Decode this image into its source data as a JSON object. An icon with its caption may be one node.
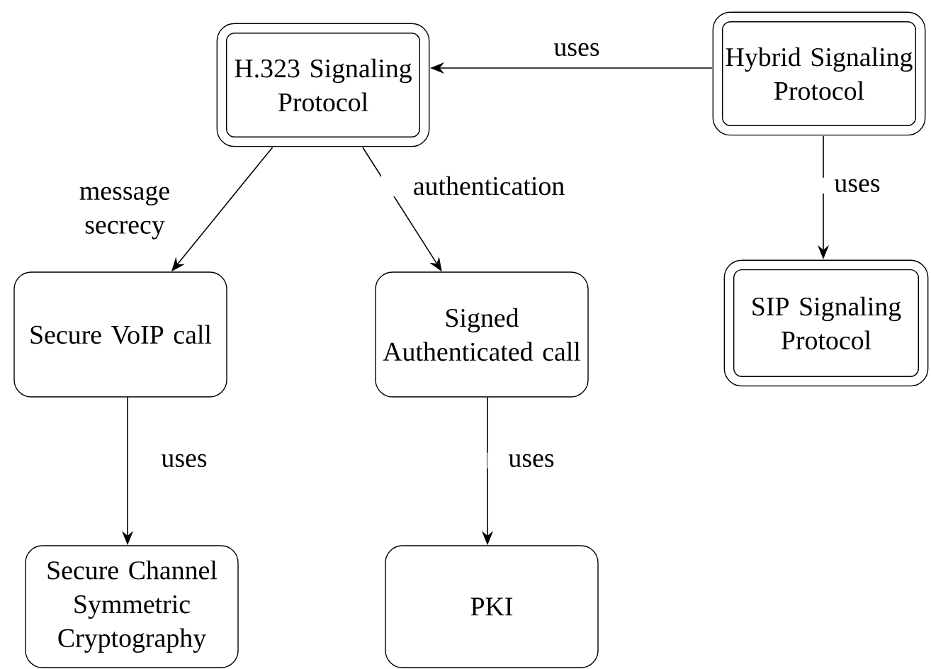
{
  "diagram": {
    "nodes": [
      {
        "text": [
          "H.323 Signaling Protocol"
        ]
      },
      {
        "text": [
          "Hybrid Signaling Protocol"
        ]
      },
      {
        "text": [
          "Secure VoIP call"
        ]
      },
      {
        "text": [
          "Signed Authenticated call"
        ]
      },
      {
        "text": [
          "SIP Signaling Protocol"
        ]
      },
      {
        "text": [
          "Secure Channel Symmetric Cryptography"
        ]
      },
      {
        "text": [
          "PKI"
        ]
      }
    ],
    "edges": [
      {
        "from": 1,
        "to": 0,
        "arrow": "to",
        "label": "uses"
      },
      {
        "from": 0,
        "to": 2,
        "arrow": "to",
        "label": "message secrecy"
      },
      {
        "from": 0,
        "to": 3,
        "arrow": "to",
        "label": "authentication"
      },
      {
        "from": 1,
        "to": 4,
        "arrow": "to",
        "label": "uses"
      },
      {
        "from": 2,
        "to": 5,
        "arrow": "to",
        "label": "uses"
      },
      {
        "from": 3,
        "to": 6,
        "arrow": "to",
        "label": "uses"
      }
    ]
  }
}
